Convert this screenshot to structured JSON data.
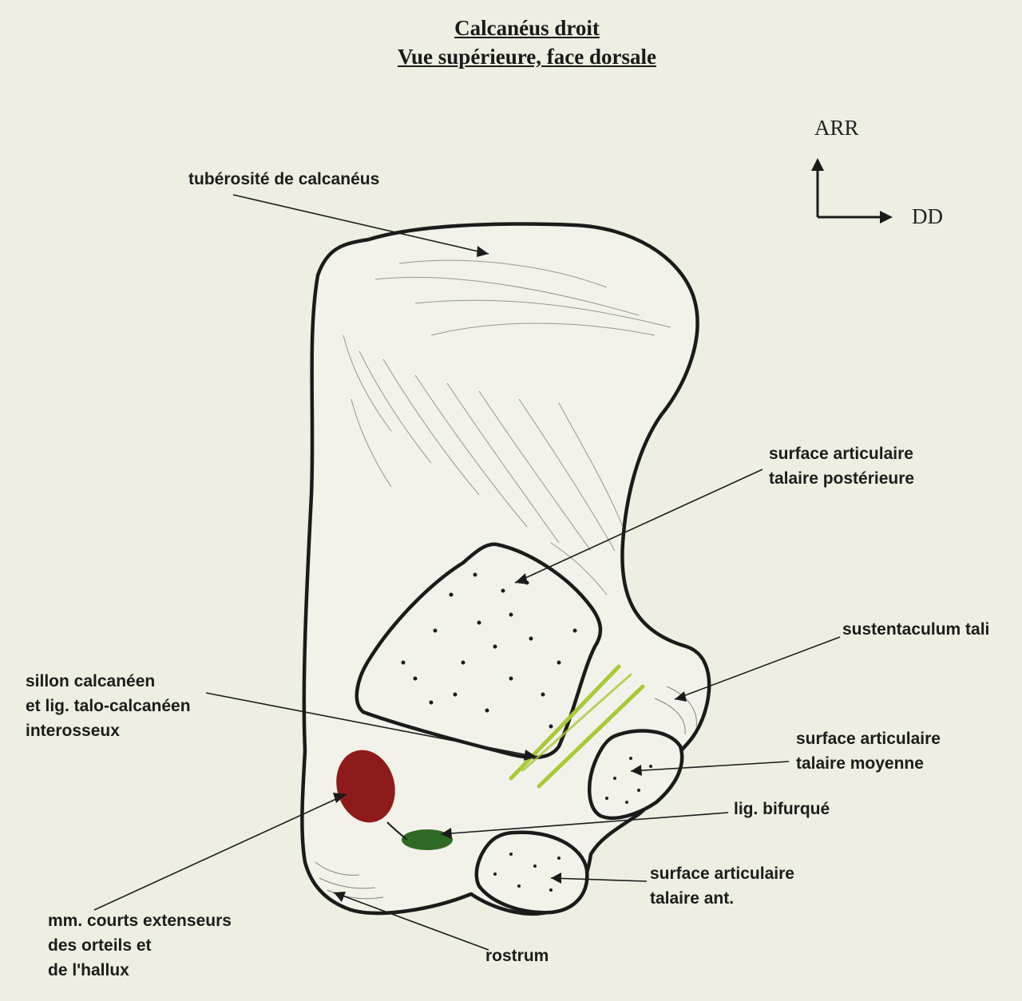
{
  "title": {
    "line1": "Calcanéus droit",
    "line2": "Vue supérieure, face dorsale"
  },
  "orientation": {
    "up": "ARR",
    "right": "DD"
  },
  "labels": {
    "tuberosite": "tubérosité de calcanéus",
    "surface_post": [
      "surface articulaire",
      "talaire postérieure"
    ],
    "sustentaculum": "sustentaculum tali",
    "sillon": [
      "sillon calcanéen",
      "et lig. talo-calcanéen",
      "interosseux"
    ],
    "surface_moy": [
      "surface articulaire",
      "talaire moyenne"
    ],
    "lig_bifurque": "lig. bifurqué",
    "surface_ant": [
      "surface articulaire",
      "talaire ant."
    ],
    "mm_courts": [
      "mm. courts extenseurs",
      "des orteils et",
      "de l'hallux"
    ],
    "rostrum": "rostrum"
  },
  "colors": {
    "background": "#efeee2",
    "outline": "#1b1b1b",
    "muscle_red": "#8e1b1b",
    "ligament_green": "#2f6b24",
    "sillon_yellow_green": "#a8c93a"
  }
}
